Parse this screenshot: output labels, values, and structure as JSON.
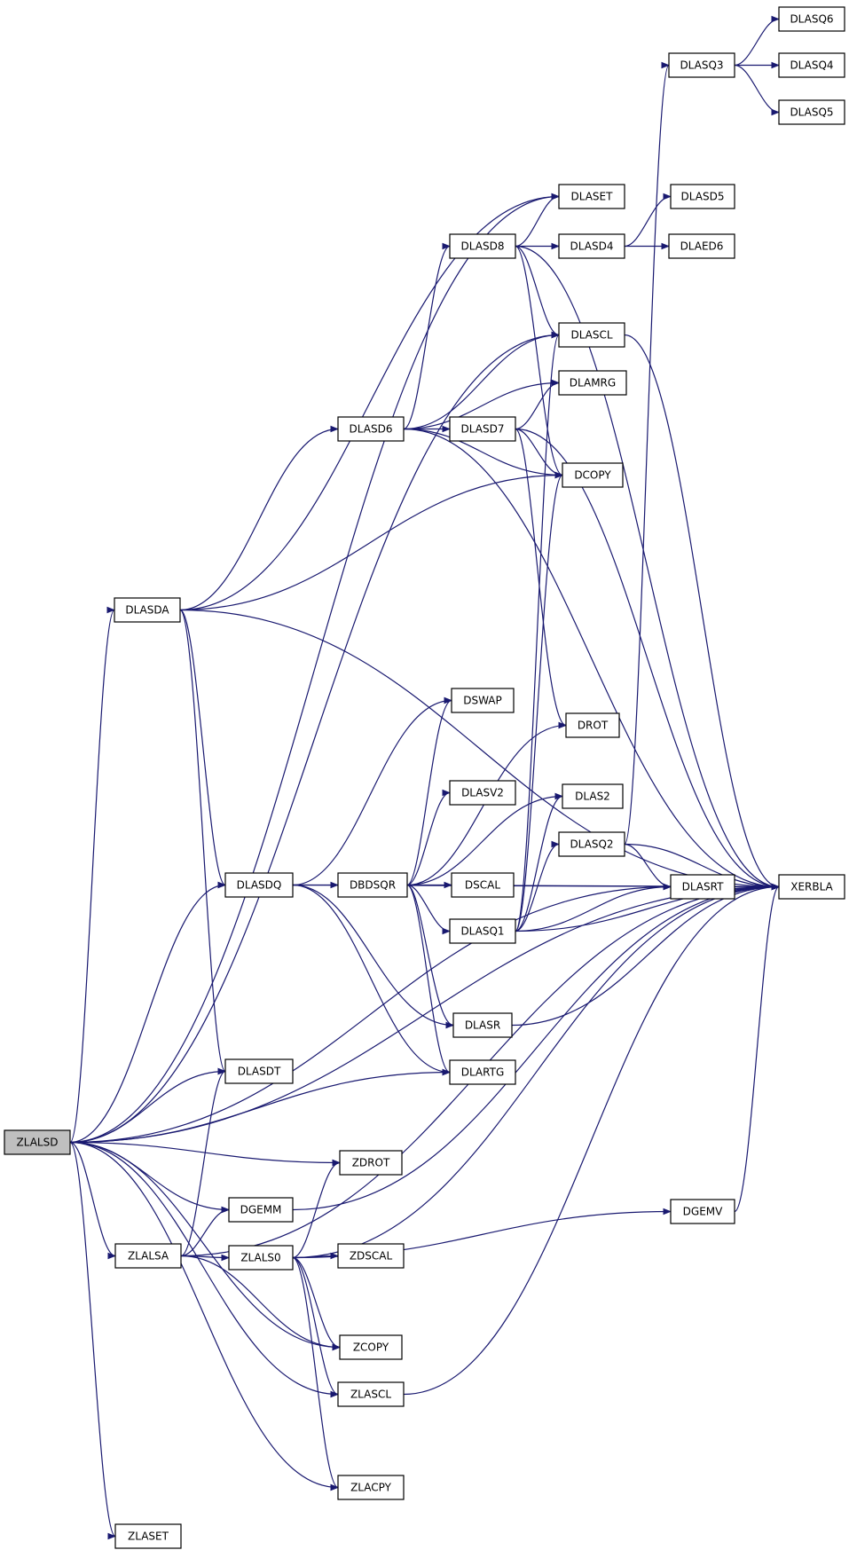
{
  "diagram": {
    "type": "call-graph",
    "root": "ZLALSD",
    "nodes": [
      {
        "id": "ZLALSD",
        "label": "ZLALSD"
      },
      {
        "id": "DLASDA",
        "label": "DLASDA"
      },
      {
        "id": "DLASDQ",
        "label": "DLASDQ"
      },
      {
        "id": "DLASDT",
        "label": "DLASDT"
      },
      {
        "id": "ZLALSA",
        "label": "ZLALSA"
      },
      {
        "id": "ZLASET",
        "label": "ZLASET"
      },
      {
        "id": "DLASD6",
        "label": "DLASD6"
      },
      {
        "id": "DBDSQR",
        "label": "DBDSQR"
      },
      {
        "id": "DGEMM",
        "label": "DGEMM"
      },
      {
        "id": "ZLALS0",
        "label": "ZLALS0"
      },
      {
        "id": "DLASD8",
        "label": "DLASD8"
      },
      {
        "id": "DLASD7",
        "label": "DLASD7"
      },
      {
        "id": "DSWAP",
        "label": "DSWAP"
      },
      {
        "id": "DLASV2",
        "label": "DLASV2"
      },
      {
        "id": "DSCAL",
        "label": "DSCAL"
      },
      {
        "id": "DLASQ1",
        "label": "DLASQ1"
      },
      {
        "id": "DLASR",
        "label": "DLASR"
      },
      {
        "id": "DLARTG",
        "label": "DLARTG"
      },
      {
        "id": "ZDROT",
        "label": "ZDROT"
      },
      {
        "id": "ZDSCAL",
        "label": "ZDSCAL"
      },
      {
        "id": "ZCOPY",
        "label": "ZCOPY"
      },
      {
        "id": "ZLASCL",
        "label": "ZLASCL"
      },
      {
        "id": "ZLACPY",
        "label": "ZLACPY"
      },
      {
        "id": "DLASET",
        "label": "DLASET"
      },
      {
        "id": "DLASD4",
        "label": "DLASD4"
      },
      {
        "id": "DLASCL",
        "label": "DLASCL"
      },
      {
        "id": "DLAMRG",
        "label": "DLAMRG"
      },
      {
        "id": "DCOPY",
        "label": "DCOPY"
      },
      {
        "id": "DROT",
        "label": "DROT"
      },
      {
        "id": "DLAS2",
        "label": "DLAS2"
      },
      {
        "id": "DLASQ2",
        "label": "DLASQ2"
      },
      {
        "id": "DLASQ3",
        "label": "DLASQ3"
      },
      {
        "id": "DLASD5",
        "label": "DLASD5"
      },
      {
        "id": "DLAED6",
        "label": "DLAED6"
      },
      {
        "id": "DLASRT",
        "label": "DLASRT"
      },
      {
        "id": "DGEMV",
        "label": "DGEMV"
      },
      {
        "id": "DLASQ6",
        "label": "DLASQ6"
      },
      {
        "id": "DLASQ4",
        "label": "DLASQ4"
      },
      {
        "id": "DLASQ5",
        "label": "DLASQ5"
      },
      {
        "id": "XERBLA",
        "label": "XERBLA"
      }
    ],
    "edges": [
      [
        "ZLALSD",
        "DLASDA"
      ],
      [
        "ZLALSD",
        "DLASDQ"
      ],
      [
        "ZLALSD",
        "DLASDT"
      ],
      [
        "ZLALSD",
        "ZLALSA"
      ],
      [
        "ZLALSD",
        "ZLASET"
      ],
      [
        "ZLALSD",
        "DGEMM"
      ],
      [
        "ZLALSD",
        "ZDROT"
      ],
      [
        "ZLALSD",
        "ZCOPY"
      ],
      [
        "ZLALSD",
        "ZLASCL"
      ],
      [
        "ZLALSD",
        "ZLACPY"
      ],
      [
        "ZLALSD",
        "DLASET"
      ],
      [
        "ZLALSD",
        "DLASCL"
      ],
      [
        "ZLALSD",
        "DLARTG"
      ],
      [
        "ZLALSD",
        "DLASRT"
      ],
      [
        "ZLALSD",
        "XERBLA"
      ],
      [
        "DLASDA",
        "DLASD6"
      ],
      [
        "DLASDA",
        "DLASDQ"
      ],
      [
        "DLASDA",
        "DLASDT"
      ],
      [
        "DLASDA",
        "DLASET"
      ],
      [
        "DLASDA",
        "DCOPY"
      ],
      [
        "DLASDA",
        "XERBLA"
      ],
      [
        "DLASDQ",
        "DBDSQR"
      ],
      [
        "DLASDQ",
        "DSWAP"
      ],
      [
        "DLASDQ",
        "DLASR"
      ],
      [
        "DLASDQ",
        "DLARTG"
      ],
      [
        "DLASDQ",
        "XERBLA"
      ],
      [
        "ZLALSA",
        "ZLALS0"
      ],
      [
        "ZLALSA",
        "DGEMM"
      ],
      [
        "ZLALSA",
        "DLASDT"
      ],
      [
        "ZLALSA",
        "ZCOPY"
      ],
      [
        "ZLALSA",
        "XERBLA"
      ],
      [
        "DLASD6",
        "DLASD8"
      ],
      [
        "DLASD6",
        "DLASD7"
      ],
      [
        "DLASD6",
        "DLASCL"
      ],
      [
        "DLASD6",
        "DLAMRG"
      ],
      [
        "DLASD6",
        "DCOPY"
      ],
      [
        "DLASD6",
        "XERBLA"
      ],
      [
        "DLASD8",
        "DLASET"
      ],
      [
        "DLASD8",
        "DLASD4"
      ],
      [
        "DLASD8",
        "DLASCL"
      ],
      [
        "DLASD8",
        "DCOPY"
      ],
      [
        "DLASD8",
        "XERBLA"
      ],
      [
        "DLASD7",
        "DLAMRG"
      ],
      [
        "DLASD7",
        "DCOPY"
      ],
      [
        "DLASD7",
        "DROT"
      ],
      [
        "DLASD7",
        "XERBLA"
      ],
      [
        "DLASD4",
        "DLASD5"
      ],
      [
        "DLASD4",
        "DLAED6"
      ],
      [
        "DBDSQR",
        "DSWAP"
      ],
      [
        "DBDSQR",
        "DROT"
      ],
      [
        "DBDSQR",
        "DLASV2"
      ],
      [
        "DBDSQR",
        "DLAS2"
      ],
      [
        "DBDSQR",
        "DSCAL"
      ],
      [
        "DBDSQR",
        "DLASQ1"
      ],
      [
        "DBDSQR",
        "DLASR"
      ],
      [
        "DBDSQR",
        "DLARTG"
      ],
      [
        "DBDSQR",
        "XERBLA"
      ],
      [
        "DLASQ1",
        "DLASCL"
      ],
      [
        "DLASQ1",
        "DCOPY"
      ],
      [
        "DLASQ1",
        "DLAS2"
      ],
      [
        "DLASQ1",
        "DLASQ2"
      ],
      [
        "DLASQ1",
        "DLASRT"
      ],
      [
        "DLASQ1",
        "XERBLA"
      ],
      [
        "DLASQ2",
        "DLASQ3"
      ],
      [
        "DLASQ2",
        "DLASRT"
      ],
      [
        "DLASQ2",
        "XERBLA"
      ],
      [
        "DLASQ3",
        "DLASQ6"
      ],
      [
        "DLASQ3",
        "DLASQ4"
      ],
      [
        "DLASQ3",
        "DLASQ5"
      ],
      [
        "DLASRT",
        "XERBLA"
      ],
      [
        "DLASCL",
        "XERBLA"
      ],
      [
        "DLASR",
        "XERBLA"
      ],
      [
        "DGEMM",
        "XERBLA"
      ],
      [
        "DGEMV",
        "XERBLA"
      ],
      [
        "ZLALS0",
        "ZDROT"
      ],
      [
        "ZLALS0",
        "ZDSCAL"
      ],
      [
        "ZLALS0",
        "ZCOPY"
      ],
      [
        "ZLALS0",
        "ZLASCL"
      ],
      [
        "ZLALS0",
        "ZLACPY"
      ],
      [
        "ZLALS0",
        "DGEMV"
      ],
      [
        "ZLALS0",
        "XERBLA"
      ],
      [
        "ZLASCL",
        "XERBLA"
      ]
    ]
  }
}
